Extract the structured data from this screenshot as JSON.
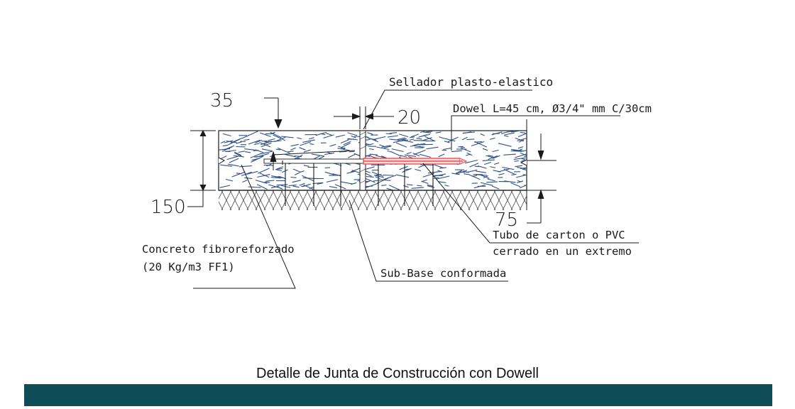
{
  "drawing": {
    "labels": {
      "sealant": "Sellador plasto-elastico",
      "dowel": "Dowel L=45 cm, Ø3/4\" mm C/30cm",
      "tube_line1": "Tubo de carton o PVC",
      "tube_line2": "cerrado en un extremo",
      "concrete_line1": "Concreto fibroreforzado",
      "concrete_line2": "(20 Kg/m3 FF1)",
      "subbase": "Sub-Base conformada"
    },
    "dimensions": {
      "top": "35",
      "joint": "20",
      "thickness": "150",
      "bottom": "75"
    }
  },
  "caption": "Detalle de Junta de Construcción con Dowell",
  "colors": {
    "footer_bar": "#0e4d58",
    "hatch": "#2f4f86",
    "dowel": "#e05555",
    "line": "#1a1a1a"
  }
}
